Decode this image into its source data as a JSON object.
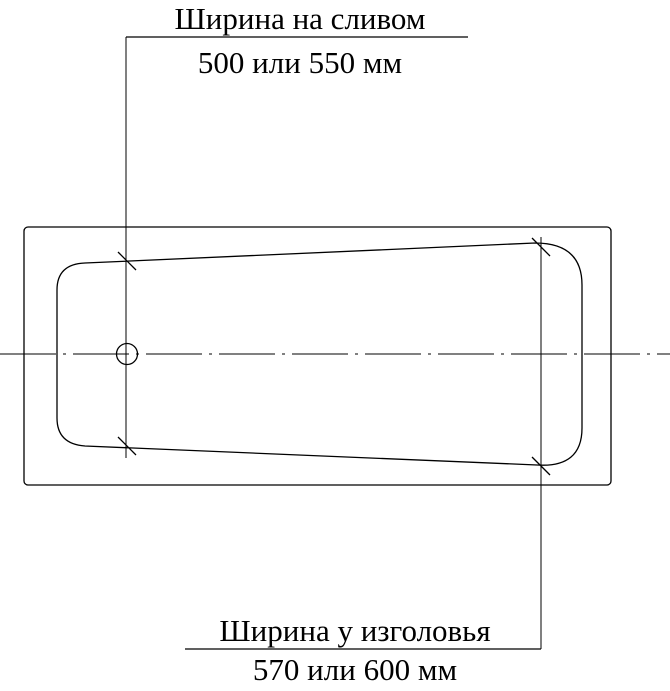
{
  "drawing": {
    "top_label": {
      "line1": "Ширина на сливом",
      "line2": "500 или 550 мм"
    },
    "bottom_label": {
      "line1": "Ширина у изголовья",
      "line2": "570 или 600 мм"
    },
    "stroke_color": "#000000",
    "background_color": "#ffffff"
  }
}
